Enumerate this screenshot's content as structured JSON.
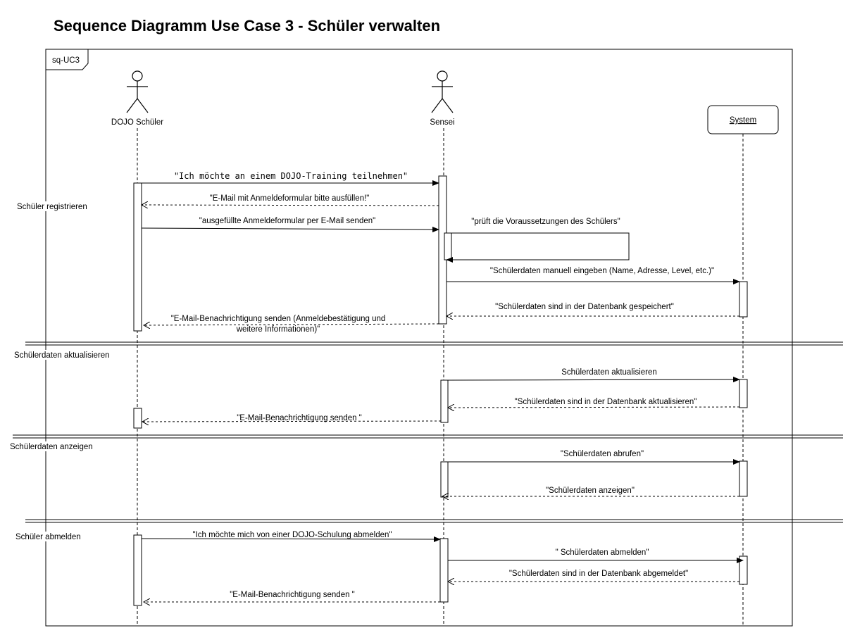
{
  "title": "Sequence Diagramm Use Case 3 - Schüler verwalten",
  "frame_label": "sq-UC3",
  "participants": {
    "student": "DOJO Schüler",
    "sensei": "Sensei",
    "system": "System"
  },
  "sections": [
    "Schüler registrieren",
    "Schülerdaten aktualisieren",
    "Schülerdaten anzeigen",
    "Schüler abmelden"
  ],
  "messages": {
    "m1": "\"Ich möchte an einem DOJO-Training teilnehmen\"",
    "m2": "\"E-Mail mit Anmeldeformular bitte ausfüllen!\"",
    "m3": "\"ausgefüllte Anmeldeformular per E-Mail senden\"",
    "m4": "\"prüft die Voraussetzungen des Schülers\"",
    "m5": "\"Schülerdaten manuell eingeben (Name, Adresse, Level, etc.)\"",
    "m6": "\"Schülerdaten sind in der Datenbank gespeichert\"",
    "m7a": "\"E-Mail-Benachrichtigung senden (Anmeldebestätigung und",
    "m7b": "weitere Informationen)\"",
    "m8": "Schülerdaten aktualisieren",
    "m9": "\"Schülerdaten sind  in der Datenbank aktualisieren\"",
    "m10": "\"E-Mail-Benachrichtigung senden \"",
    "m11": "\"Schülerdaten abrufen\"",
    "m12": "\"Schülerdaten anzeigen\"",
    "m13": "\"Ich möchte mich von einer DOJO-Schulung abmelden\"",
    "m14": "\" Schülerdaten abmelden\"",
    "m15": "\"Schülerdaten sind in der Datenbank abgemeldet\"",
    "m16": "\"E-Mail-Benachrichtigung senden \""
  }
}
